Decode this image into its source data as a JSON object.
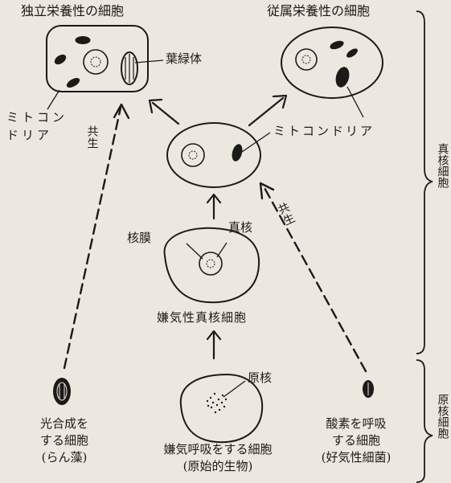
{
  "top_cells": {
    "autotroph_title": "独立栄養性の細胞",
    "heterotroph_title": "従属栄養性の細胞"
  },
  "labels": {
    "chloroplast": "葉緑体",
    "mitochondria_left": "ミトコンドリア",
    "mitochondria_right": "ミトコンドリア",
    "symbiosis_left": "共生",
    "symbiosis_right": "共生",
    "nucleus": "真核",
    "nuclear_membrane": "核膜",
    "anaerobic_eukaryote": "嫌気性真核細胞",
    "prokaryotic_nucleus": "原核"
  },
  "bottom": {
    "photosynthetic_cell": "光合成を\nする細胞\n(らん藻)",
    "anaerobic_cell": "嫌気呼吸をする細胞\n(原始的生物)",
    "aerobic_cell": "酸素を呼吸\nする細胞\n(好気性細菌)"
  },
  "brackets": {
    "eukaryotic_cell": "真核細胞",
    "prokaryotic_cell": "原核細胞"
  }
}
